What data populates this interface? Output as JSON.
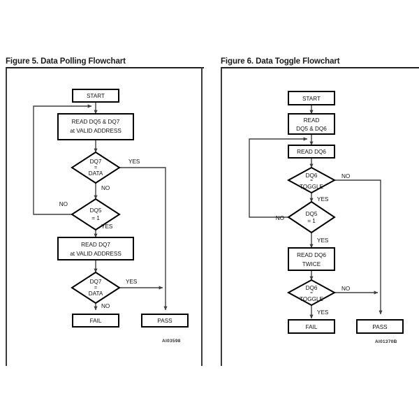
{
  "page": {
    "background": "#ffffff",
    "line_color": "#3f3f3f",
    "node_stroke": "#000000"
  },
  "figures": [
    {
      "title": "Figure 5. Data Polling Flowchart",
      "figure_id": "AI03598",
      "nodes": {
        "start": "START",
        "read1_line1": "READ DQ5 & DQ7",
        "read1_line2": "at VALID ADDRESS",
        "dec1_line1": "DQ7",
        "dec1_line2": "=",
        "dec1_line3": "DATA",
        "dec2_line1": "DQ5",
        "dec2_line2": "= 1",
        "read2_line1": "READ DQ7",
        "read2_line2": "at VALID ADDRESS",
        "dec3_line1": "DQ7",
        "dec3_line2": "=",
        "dec3_line3": "DATA",
        "fail": "FAIL",
        "pass": "PASS"
      },
      "edge_labels": {
        "dec1_yes": "YES",
        "dec1_no": "NO",
        "dec2_no": "NO",
        "dec2_yes": "YES",
        "dec3_yes": "YES",
        "dec3_no": "NO"
      }
    },
    {
      "title": "Figure 6. Data Toggle Flowchart",
      "figure_id": "AI01370B",
      "nodes": {
        "start": "START",
        "read1_line1": "READ",
        "read1_line2": "DQ5 & DQ6",
        "read2": "READ DQ6",
        "dec1_line1": "DQ6",
        "dec1_line2": "=",
        "dec1_line3": "TOGGLE",
        "dec2_line1": "DQ5",
        "dec2_line2": "= 1",
        "read3_line1": "READ DQ6",
        "read3_line2": "TWICE",
        "dec3_line1": "DQ6",
        "dec3_line2": "=",
        "dec3_line3": "TOGGLE",
        "fail": "FAIL",
        "pass": "PASS"
      },
      "edge_labels": {
        "dec1_no": "NO",
        "dec1_yes": "YES",
        "dec2_no": "NO",
        "dec2_yes": "YES",
        "dec3_no": "NO",
        "dec3_yes": "YES"
      }
    }
  ]
}
